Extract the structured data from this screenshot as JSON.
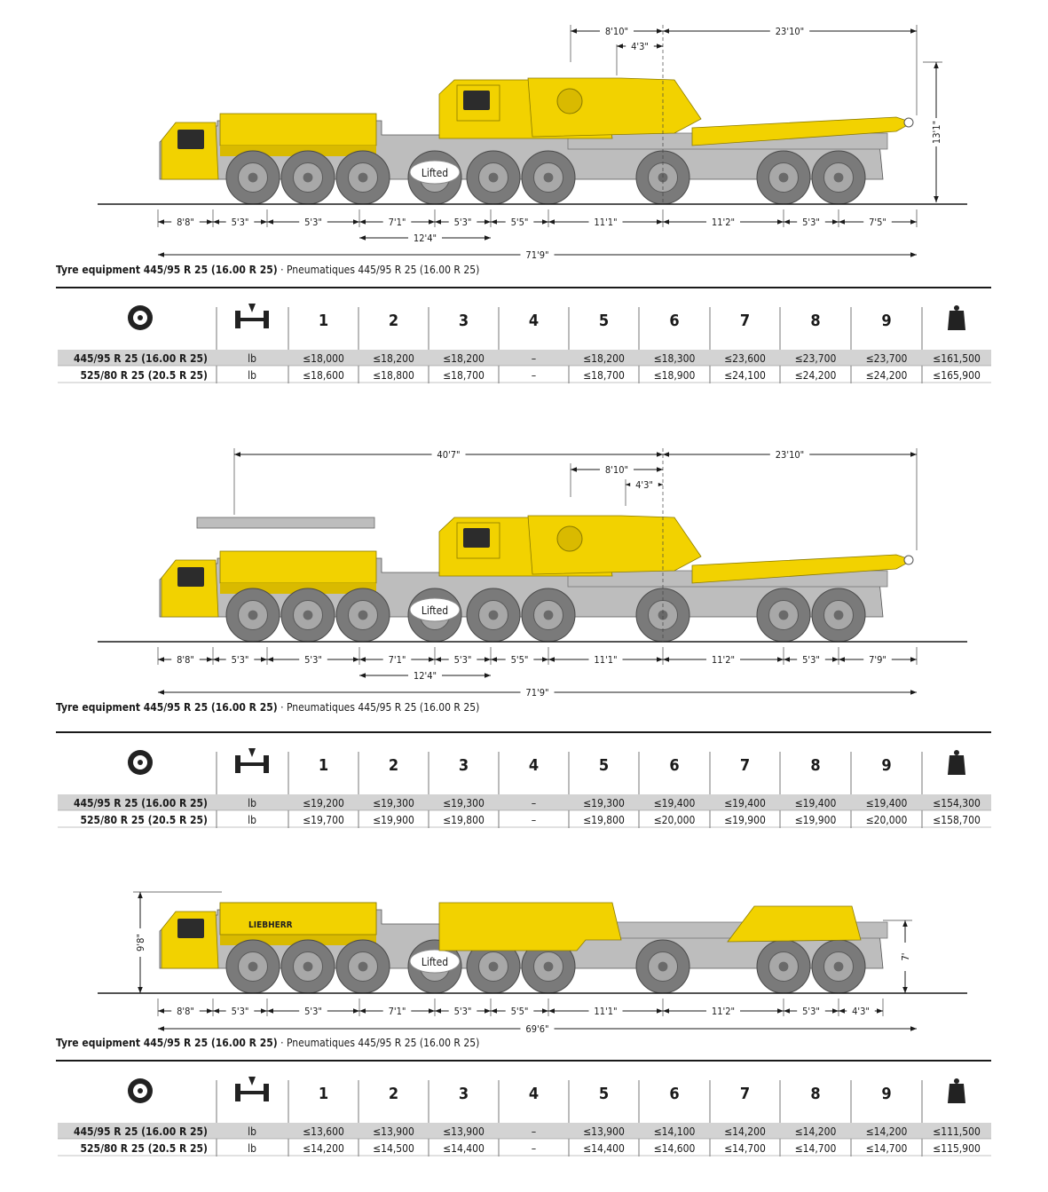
{
  "colors": {
    "yellow": "#F2D200",
    "yellow_dark": "#D9BA00",
    "grey": "#BDBDBD",
    "grey_dark": "#8E8E8E",
    "tyre": "#7A7A7A",
    "rim": "#A8A8A8",
    "line": "#1A1A1A",
    "table_shade": "#D3D3D3"
  },
  "sections": [
    {
      "id": "config-1",
      "top_dims": [
        {
          "label": "8'10\""
        },
        {
          "label": "4'3\""
        },
        {
          "label": "23'10\""
        }
      ],
      "height_dim": {
        "label": "13'1\""
      },
      "lifted_label": "Lifted",
      "bottom_dims": [
        "8'8\"",
        "5'3\"",
        "5'3\"",
        "7'1\"",
        "5'3\"",
        "5'5\"",
        "11'1\"",
        "11'2\"",
        "5'3\"",
        "7'5\""
      ],
      "sub_dim": "12'4\"",
      "total_dim": "71'9\"",
      "tyre_caption_bold": "Tyre equipment 445/95 R 25 (16.00 R 25)",
      "tyre_caption_rest": " · Pneumatiques 445/95 R 25 (16.00 R 25)",
      "table": {
        "headers": [
          "1",
          "2",
          "3",
          "4",
          "5",
          "6",
          "7",
          "8",
          "9"
        ],
        "rows": [
          {
            "tyre": "445/95 R 25 (16.00 R 25)",
            "unit": "lb",
            "values": [
              "≤18,000",
              "≤18,200",
              "≤18,200",
              "–",
              "≤18,200",
              "≤18,300",
              "≤23,600",
              "≤23,700",
              "≤23,700"
            ],
            "total": "≤161,500"
          },
          {
            "tyre": "525/80 R 25 (20.5 R 25)",
            "unit": "lb",
            "values": [
              "≤18,600",
              "≤18,800",
              "≤18,700",
              "–",
              "≤18,700",
              "≤18,900",
              "≤24,100",
              "≤24,200",
              "≤24,200"
            ],
            "total": "≤165,900"
          }
        ]
      }
    },
    {
      "id": "config-2",
      "top_dims": [
        {
          "label": "40'7\""
        },
        {
          "label": "23'10\""
        },
        {
          "label": "8'10\""
        },
        {
          "label": "4'3\""
        }
      ],
      "lifted_label": "Lifted",
      "bottom_dims": [
        "8'8\"",
        "5'3\"",
        "5'3\"",
        "7'1\"",
        "5'3\"",
        "5'5\"",
        "11'1\"",
        "11'2\"",
        "5'3\"",
        "7'9\""
      ],
      "sub_dim": "12'4\"",
      "total_dim": "71'9\"",
      "tyre_caption_bold": "Tyre equipment 445/95 R 25 (16.00 R 25)",
      "tyre_caption_rest": " · Pneumatiques 445/95 R 25 (16.00 R 25)",
      "table": {
        "headers": [
          "1",
          "2",
          "3",
          "4",
          "5",
          "6",
          "7",
          "8",
          "9"
        ],
        "rows": [
          {
            "tyre": "445/95 R 25 (16.00 R 25)",
            "unit": "lb",
            "values": [
              "≤19,200",
              "≤19,300",
              "≤19,300",
              "–",
              "≤19,300",
              "≤19,400",
              "≤19,400",
              "≤19,400",
              "≤19,400"
            ],
            "total": "≤154,300"
          },
          {
            "tyre": "525/80 R 25 (20.5 R 25)",
            "unit": "lb",
            "values": [
              "≤19,700",
              "≤19,900",
              "≤19,800",
              "–",
              "≤19,800",
              "≤20,000",
              "≤19,900",
              "≤19,900",
              "≤20,000"
            ],
            "total": "≤158,700"
          }
        ]
      }
    },
    {
      "id": "config-3",
      "left_height": "9'8\"",
      "right_height": "7'",
      "brand": "LIEBHERR",
      "lifted_label": "Lifted",
      "bottom_dims": [
        "8'8\"",
        "5'3\"",
        "5'3\"",
        "7'1\"",
        "5'3\"",
        "5'5\"",
        "11'1\"",
        "11'2\"",
        "5'3\"",
        "4'3\""
      ],
      "total_dim": "69'6\"",
      "tyre_caption_bold": "Tyre equipment 445/95 R 25 (16.00 R 25)",
      "tyre_caption_rest": " · Pneumatiques 445/95 R 25 (16.00 R 25)",
      "table": {
        "headers": [
          "1",
          "2",
          "3",
          "4",
          "5",
          "6",
          "7",
          "8",
          "9"
        ],
        "rows": [
          {
            "tyre": "445/95 R 25 (16.00 R 25)",
            "unit": "lb",
            "values": [
              "≤13,600",
              "≤13,900",
              "≤13,900",
              "–",
              "≤13,900",
              "≤14,100",
              "≤14,200",
              "≤14,200",
              "≤14,200"
            ],
            "total": "≤111,500"
          },
          {
            "tyre": "525/80 R 25 (20.5 R 25)",
            "unit": "lb",
            "values": [
              "≤14,200",
              "≤14,500",
              "≤14,400",
              "–",
              "≤14,400",
              "≤14,600",
              "≤14,700",
              "≤14,700",
              "≤14,700"
            ],
            "total": "≤115,900"
          }
        ]
      }
    }
  ]
}
